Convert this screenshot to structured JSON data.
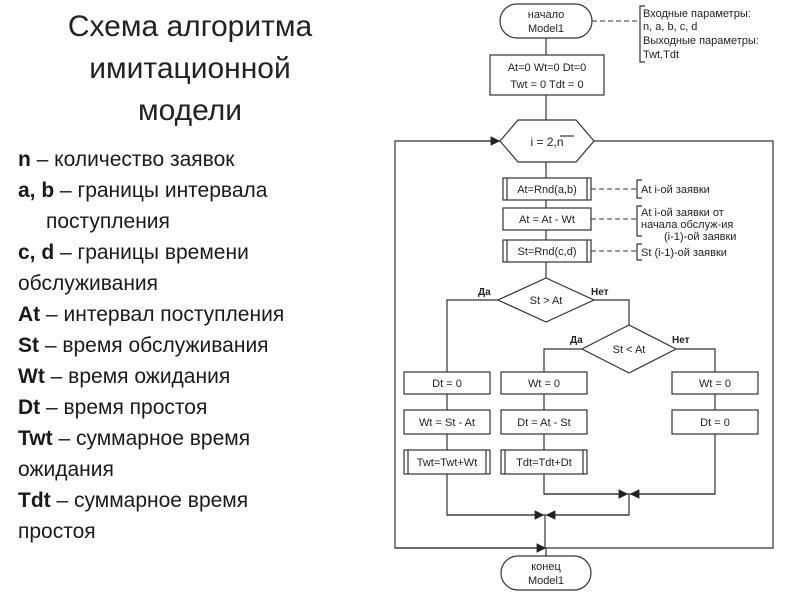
{
  "title": "Схема алгоритма\nимитационной\nмодели",
  "legend": [
    {
      "key": "n",
      "text": " – количество заявок"
    },
    {
      "key": "a, b",
      "text": " – границы интервала",
      "cont": "поступления"
    },
    {
      "key": "c, d",
      "text": " – границы времени",
      "cont2": "обслуживания"
    },
    {
      "key": "At",
      "text": " – интервал поступления"
    },
    {
      "key": "St",
      "text": " – время обслуживания"
    },
    {
      "key": "Wt",
      "text": " – время ожидания"
    },
    {
      "key": "Dt",
      "text": " – время простоя"
    },
    {
      "key": "Twt",
      "text": " – суммарное время",
      "cont2": "ожидания"
    },
    {
      "key": "Tdt",
      "text": " – суммарное время",
      "cont2": "простоя"
    }
  ],
  "flow": {
    "start_line1": "начало",
    "start_line2": "Model1",
    "params": [
      "Входные параметры:",
      "n, a, b, c, d",
      "Выходные параметры:",
      "Twt,Tdt"
    ],
    "init_line1": "At=0 Wt=0 Dt=0",
    "init_line2": "Twt = 0   Tdt = 0",
    "loop": "i = 2,n",
    "at_rnd": "At=Rnd(a,b)",
    "at_rnd_note": "At i-ой заявки",
    "at_sub": "At = At - Wt",
    "at_sub_note1": "At i-ой заявки от",
    "at_sub_note2": "начала обслуж-ия",
    "at_sub_note3": "(i-1)-ой заявки",
    "st_rnd": "St=Rnd(c,d)",
    "st_rnd_note": "St (i-1)-ой заявки",
    "cond1": "St > At",
    "cond2": "St < At",
    "yes": "Да",
    "no": "Нет",
    "dt0_a": "Dt = 0",
    "wt_calc": "Wt = St - At",
    "twt_acc": "Twt=Twt+Wt",
    "wt0_b": "Wt = 0",
    "dt_calc": "Dt = At - St",
    "tdt_acc": "Tdt=Tdt+Dt",
    "wt0_c": "Wt = 0",
    "dt0_c": "Dt = 0",
    "end_line1": "конец",
    "end_line2": "Model1"
  }
}
